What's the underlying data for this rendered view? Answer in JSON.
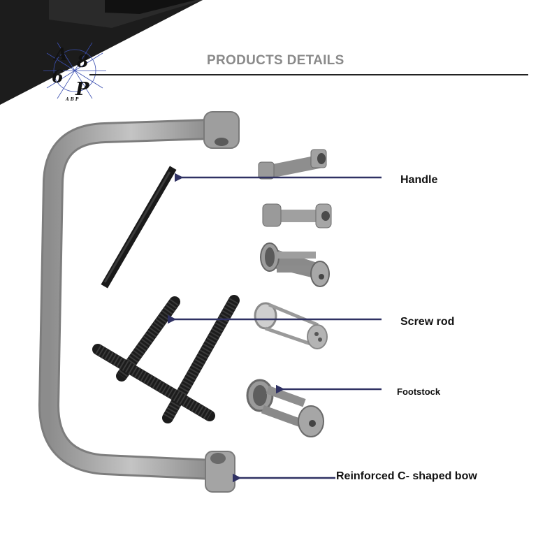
{
  "header": {
    "title": "PRODUCTS DETAILS"
  },
  "logo": {
    "letters": [
      "A",
      "6",
      "8",
      "P"
    ],
    "small_text": "A B P"
  },
  "callouts": {
    "handle": "Handle",
    "screw_rod": "Screw rod",
    "footstock": "Footstock",
    "bow": "Reinforced C- shaped bow"
  },
  "colors": {
    "arrow": "#2f3163",
    "metal": "#a8a8a8",
    "dark_steel": "#1e1e1e",
    "header_text": "#8a8a8a"
  }
}
